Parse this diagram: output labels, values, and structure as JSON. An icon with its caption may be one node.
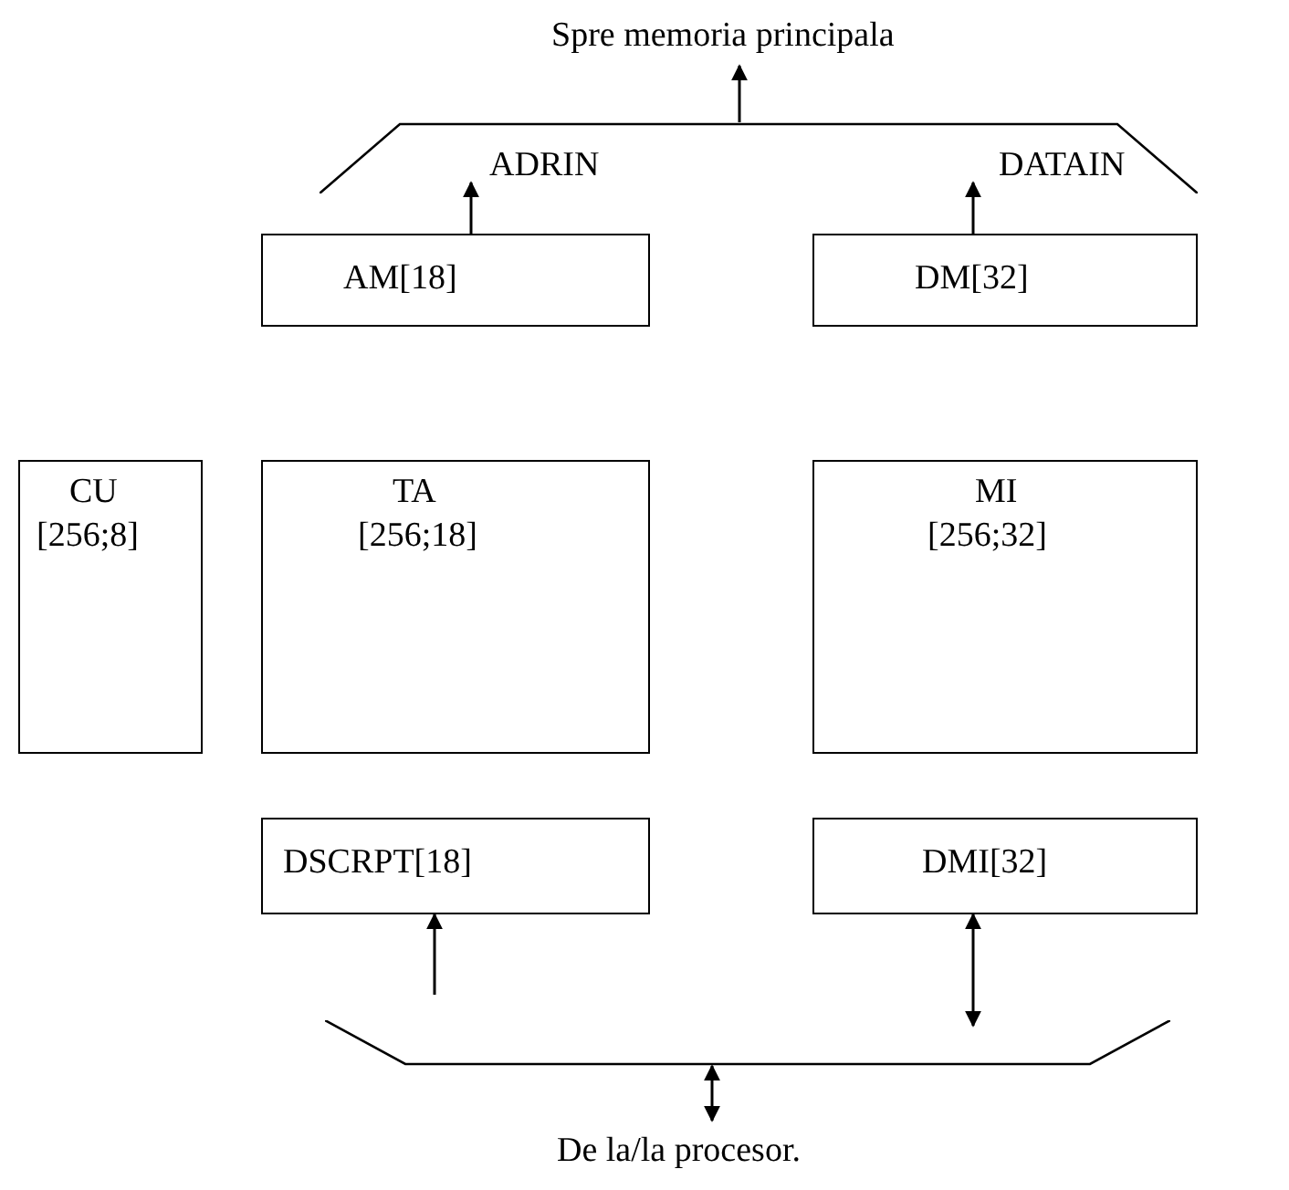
{
  "diagram": {
    "nodes": [
      {
        "text": [
          "Spre memoria principala"
        ]
      },
      {
        "text": [],
        "shape": "bus"
      },
      {
        "text": [
          "AM[18]"
        ]
      },
      {
        "text": [
          "DM[32]"
        ]
      },
      {
        "text": [
          "CU",
          "[256;8]"
        ]
      },
      {
        "text": [
          "TA",
          "[256;18]"
        ]
      },
      {
        "text": [
          "MI",
          "[256;32]"
        ]
      },
      {
        "text": [
          "DSCRPT[18]"
        ]
      },
      {
        "text": [
          "DMI[32]"
        ]
      },
      {
        "text": [],
        "shape": "bus"
      },
      {
        "text": [
          "De la/la procesor."
        ]
      }
    ],
    "edges": [
      {
        "from": 1,
        "to": 0,
        "arrow": "to"
      },
      {
        "from": 2,
        "to": 1,
        "arrow": "to",
        "label": "ADRIN"
      },
      {
        "from": 3,
        "to": 1,
        "arrow": "to",
        "label": "DATAIN"
      },
      {
        "from": null,
        "to": 7,
        "arrow": "to"
      },
      {
        "from": 8,
        "to": 9,
        "arrow": "both"
      },
      {
        "from": 9,
        "to": 10,
        "arrow": "both"
      }
    ]
  }
}
